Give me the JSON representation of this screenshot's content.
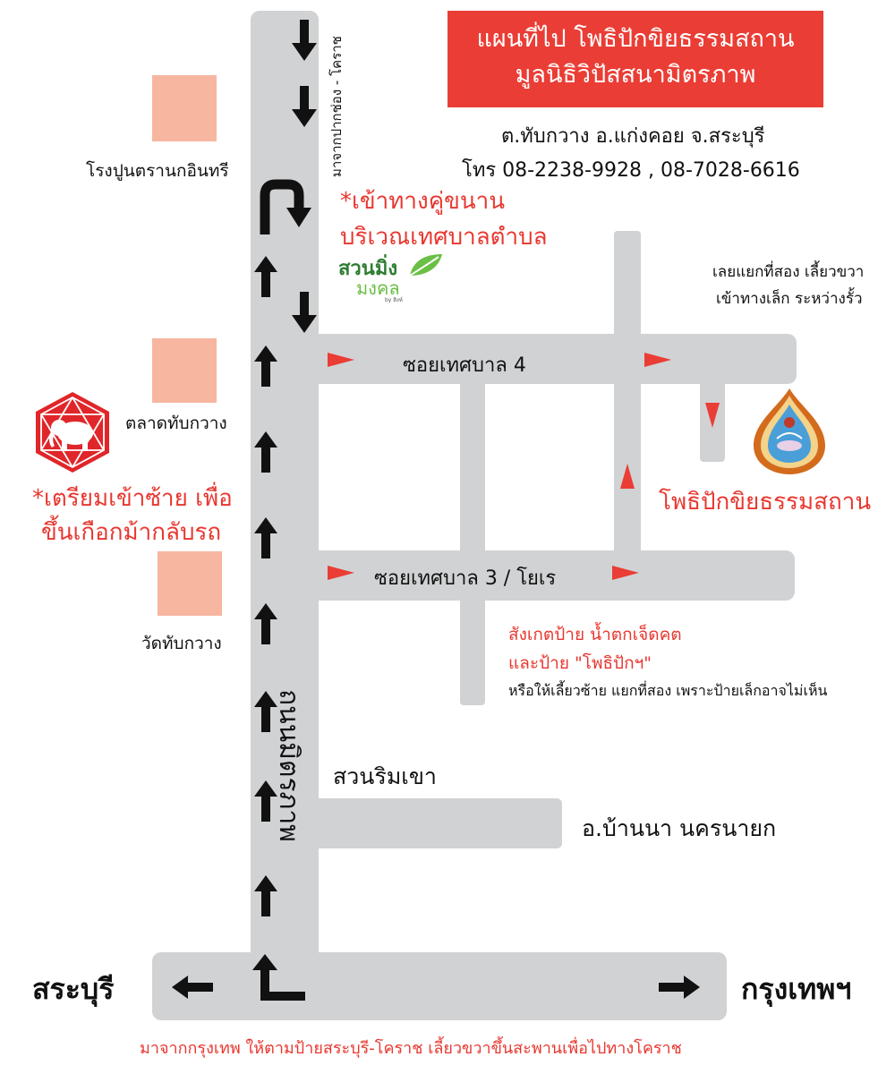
{
  "title": {
    "line1": "แผนที่ไป โพธิปักขิยธรรมสถาน",
    "line2": "มูลนิธิวิปัสสนามิตรภาพ"
  },
  "address": "ต.ทับกวาง อ.แก่งคอย จ.สระบุรี",
  "phone": "โทร 08-2238-9928 , 08-7028-6616",
  "roads": {
    "mittraphap": "ถนนมิตรภาพ",
    "from_pakchong": "มาจากปากช่อง - โคราช",
    "soi4": "ซอยเทศบาล 4",
    "soi3": "ซอยเทศบาล 3 / โยเร"
  },
  "landmarks": {
    "cement_factory": "โรงปูนตรานกอินทรี",
    "market": "ตลาดทับกวาง",
    "temple": "วัดทับกวาง",
    "suan_rim_khao": "สวนริมเขา",
    "ban_na": "อ.บ้านนา นครนายก",
    "saraburi": "สระบุรี",
    "bangkok": "กรุงเทพฯ",
    "suan_ming_mongkol_1": "สวนมิ่ง",
    "suan_ming_mongkol_2": "มงคล",
    "suan_ming_by": "by สิงห์",
    "destination": "โพธิปักขิยธรรมสถาน"
  },
  "notes": {
    "frontage1": "*เข้าทางคู่ขนาน",
    "frontage2": "บริเวณเทศบาลตำบล",
    "uturn1": "*เตรียมเข้าซ้าย เพื่อ",
    "uturn2": "ขึ้นเกือกม้ากลับรถ",
    "second_junction1": "เลยแยกที่สอง เลี้ยวขวา",
    "second_junction2": "เข้าทางเล็ก ระหว่างรั้ว",
    "sign1": "สังเกตป้าย น้ำตกเจ็ดคต",
    "sign2": "และป้าย \"โพธิปักฯ\"",
    "sign3": "หรือให้เลี้ยวซ้าย แยกที่สอง เพราะป้ายเล็กอาจไม่เห็น",
    "bottom": "มาจากกรุงเทพ ให้ตามป้ายสระบุรี-โคราช เลี้ยวขวาขึ้นสะพานเพื่อไปทางโคราช"
  },
  "colors": {
    "accent_red": "#ea3d35",
    "road_gray": "#d1d2d4",
    "building_salmon": "#f7b6a0",
    "park_green": "#3c9a3f"
  },
  "icons": [
    "elephant-hexagon-logo",
    "suan-ming-mongkol-logo",
    "dhamma-center-emblem"
  ]
}
